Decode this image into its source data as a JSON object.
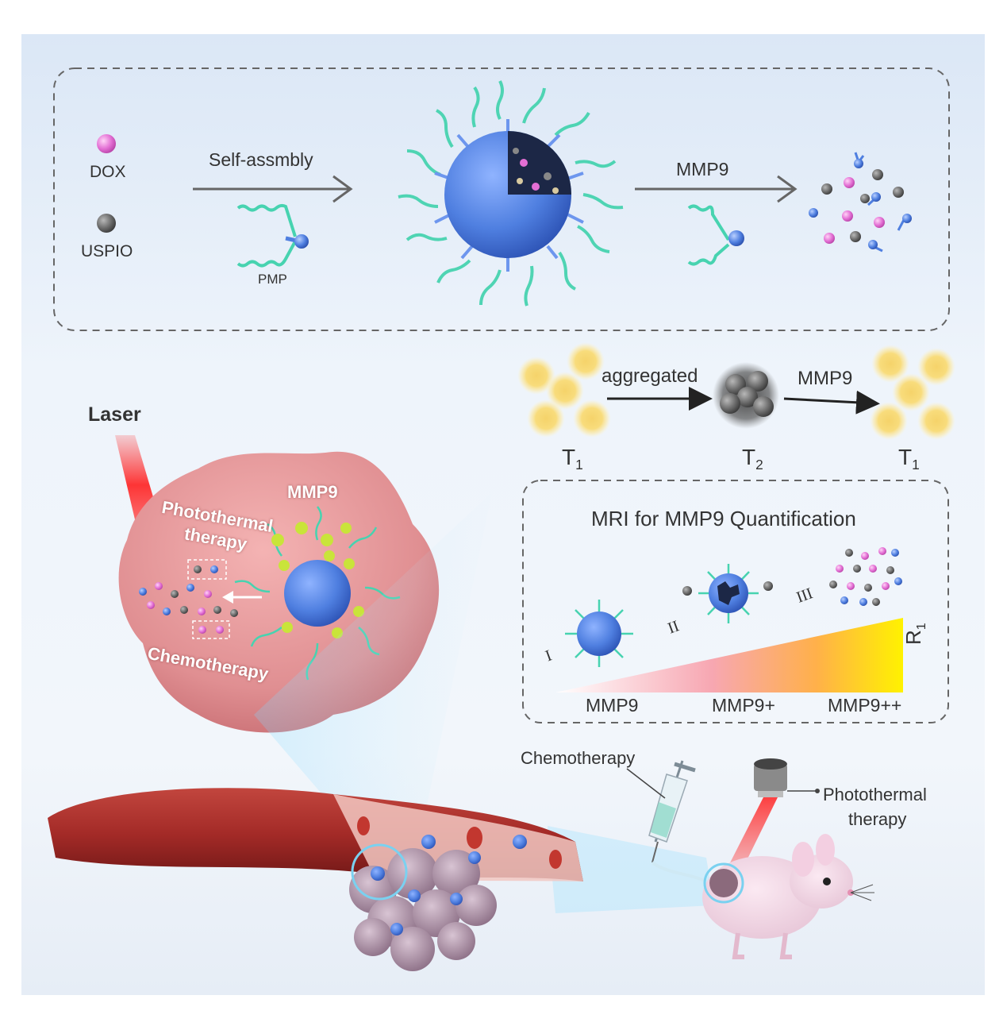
{
  "legend": {
    "dox": "DOX",
    "uspio": "USPIO",
    "pmp": "PMP"
  },
  "top_panel": {
    "arrow1_label": "Self-assmbly",
    "arrow2_label": "MMP9"
  },
  "relaxation": {
    "aggregated": "aggregated",
    "mmp9": "MMP9",
    "t_left": "T",
    "t_left_sub": "1",
    "t_mid": "T",
    "t_mid_sub": "2",
    "t_right": "T",
    "t_right_sub": "1"
  },
  "mri": {
    "title": "MRI for MMP9 Quantification",
    "stage_1": "I",
    "stage_2": "II",
    "stage_3": "III",
    "axis": "R",
    "axis_sub": "1",
    "levels": [
      "MMP9",
      "MMP9+",
      "MMP9++"
    ]
  },
  "tumor": {
    "laser": "Laser",
    "mmp9": "MMP9",
    "photothermal": "Photothermal",
    "therapy": "therapy",
    "chemotherapy": "Chemotherapy"
  },
  "treatment": {
    "chemotherapy": "Chemotherapy",
    "photothermal": "Photothermal",
    "therapy": "therapy"
  },
  "colors": {
    "dox": "#e36fd4",
    "uspio": "#6b6b6b",
    "nanoparticle": "#4f7fe0",
    "polymer": "#47d3b0",
    "enzyme": "#c9e43a",
    "tumor": "#e79d9d",
    "vessel": "#a8302c",
    "gradient_end": "#fff200"
  }
}
